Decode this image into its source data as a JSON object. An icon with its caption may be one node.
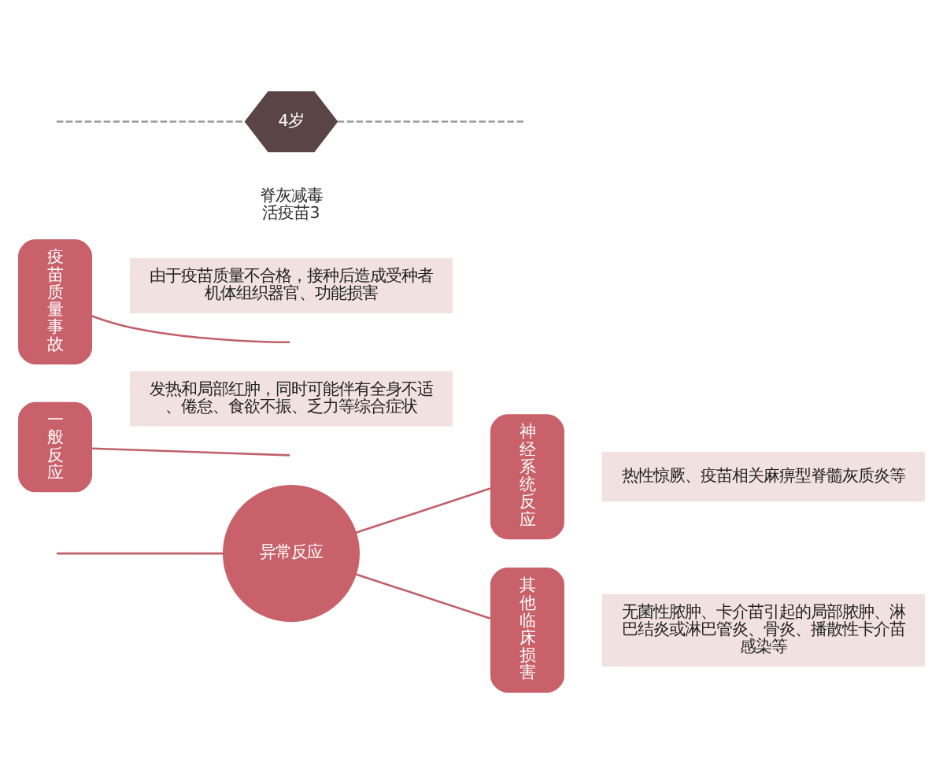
{
  "diagram": {
    "nodes": [
      {
        "text": [
          "异常反应"
        ]
      },
      {
        "text": [
          "神经系统反应"
        ]
      },
      {
        "text": [
          "热性惊厥、疫苗相关麻痹型脊髓灰质炎等"
        ]
      },
      {
        "text": [
          "其他临床损害"
        ]
      },
      {
        "text": [
          "无菌性脓肿、卡介苗引起的局部脓肿、淋巴结炎或淋巴管炎、骨炎、播散性卡介苗感染等"
        ]
      },
      {
        "text": [
          "一般反应"
        ]
      },
      {
        "text": [
          "发热和局部红肿，同时可能伴有全身不适、倦怠、食欲不振、乏力等综合症状"
        ]
      },
      {
        "text": [
          "疫苗质量事故"
        ]
      },
      {
        "text": [
          "由于疫苗质量不合格，接种后造成受种者机体组织器官、功能损害"
        ]
      },
      {
        "text": [
          "4岁"
        ],
        "beside": [
          "脊灰减毒活疫苗3"
        ]
      }
    ],
    "edges": [
      {
        "from": null,
        "to": 0,
        "arrow": "none"
      },
      {
        "from": 0,
        "to": 1,
        "arrow": "none"
      },
      {
        "from": 0,
        "to": 3,
        "arrow": "none"
      },
      {
        "from": 5,
        "to": null,
        "arrow": "none"
      },
      {
        "from": 7,
        "to": null,
        "arrow": "none"
      },
      {
        "from": null,
        "to": 9,
        "arrow": "none",
        "style": "dashed",
        "color": "#999999"
      },
      {
        "from": 9,
        "to": null,
        "arrow": "none",
        "style": "dashed",
        "color": "#999999"
      }
    ]
  }
}
